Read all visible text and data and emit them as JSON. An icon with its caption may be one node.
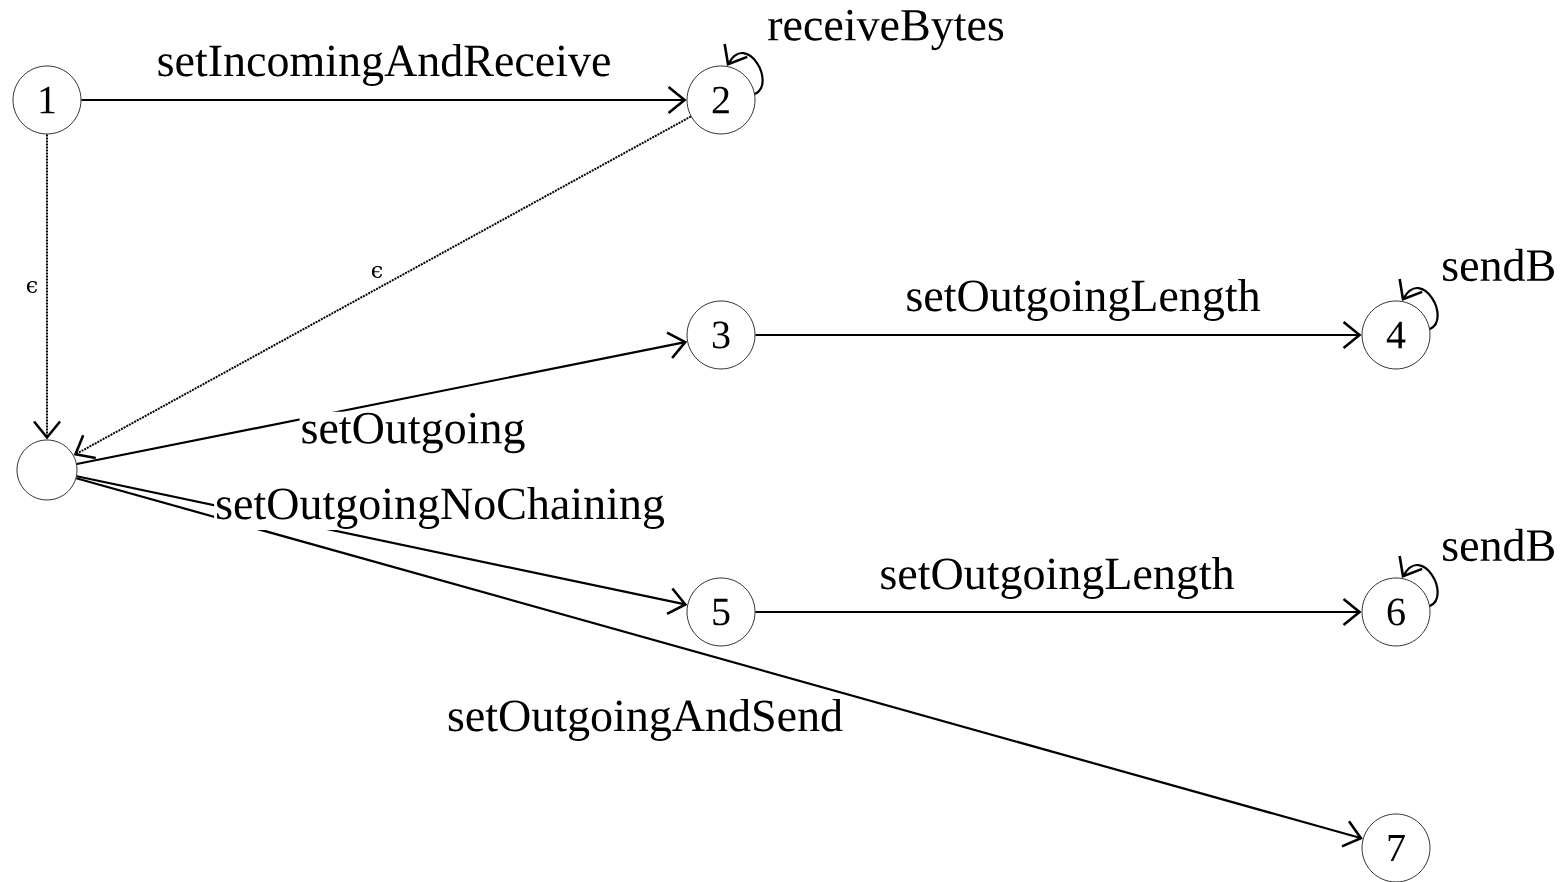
{
  "diagram": {
    "nodes": [
      {
        "text": [
          "1"
        ]
      },
      {
        "text": [
          "2"
        ]
      },
      {
        "text": [
          "3"
        ]
      },
      {
        "text": [
          "4"
        ]
      },
      {
        "text": [],
        "shape": "circle"
      },
      {
        "text": [
          "5"
        ]
      },
      {
        "text": [
          "6"
        ]
      },
      {
        "text": [
          "7"
        ]
      }
    ],
    "edges": [
      {
        "from": 0,
        "to": 1,
        "arrow": "to",
        "label": "setIncomingAndReceive"
      },
      {
        "from": 1,
        "to": 1,
        "arrow": "to",
        "label": "receiveBytes"
      },
      {
        "from": 0,
        "to": 4,
        "arrow": "to",
        "label": "ϵ",
        "style": "dashed"
      },
      {
        "from": 1,
        "to": 4,
        "arrow": "to",
        "label": "ϵ",
        "style": "dashed"
      },
      {
        "from": 4,
        "to": 2,
        "arrow": "to",
        "label": "setOutgoing"
      },
      {
        "from": 2,
        "to": 3,
        "arrow": "to",
        "label": "setOutgoingLength"
      },
      {
        "from": 3,
        "to": 3,
        "arrow": "to",
        "label": "sendB"
      },
      {
        "from": 4,
        "to": 5,
        "arrow": "to",
        "label": "setOutgoingNoChaining"
      },
      {
        "from": 5,
        "to": 6,
        "arrow": "to",
        "label": "setOutgoingLength"
      },
      {
        "from": 6,
        "to": 6,
        "arrow": "to",
        "label": "sendB"
      },
      {
        "from": 4,
        "to": 7,
        "arrow": "to",
        "label": "setOutgoingAndSend"
      }
    ]
  }
}
